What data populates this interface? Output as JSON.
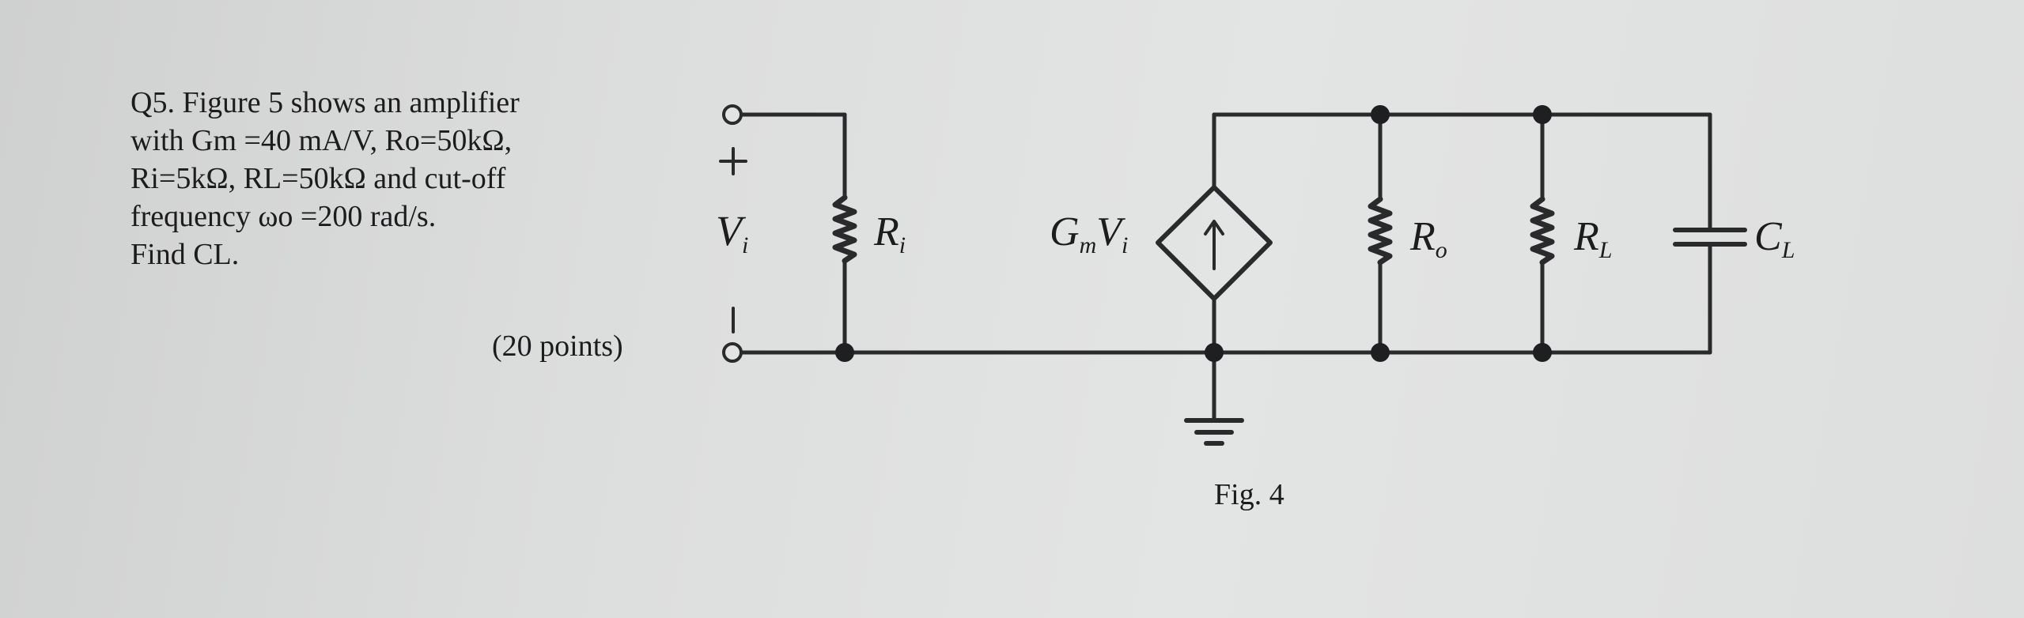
{
  "question": {
    "lines": [
      "Q5. Figure 5 shows an amplifier",
      "with Gm =40 mA/V, Ro=50kΩ,",
      "Ri=5kΩ, RL=50kΩ and cut-off",
      "frequency ωo =200 rad/s.",
      "Find CL."
    ],
    "points": "(20 points)"
  },
  "figure": {
    "caption": "Fig. 4",
    "input": {
      "plus": "+",
      "minus": "−",
      "voltage_label": "V",
      "voltage_sub": "i"
    },
    "components": {
      "ri": {
        "label": "R",
        "sub": "i"
      },
      "source": {
        "label": "G",
        "sub1": "m",
        "label2": "V",
        "sub2": "i"
      },
      "ro": {
        "label": "R",
        "sub": "o"
      },
      "rl": {
        "label": "R",
        "sub": "L"
      },
      "cl": {
        "label": "C",
        "sub": "L"
      }
    }
  }
}
